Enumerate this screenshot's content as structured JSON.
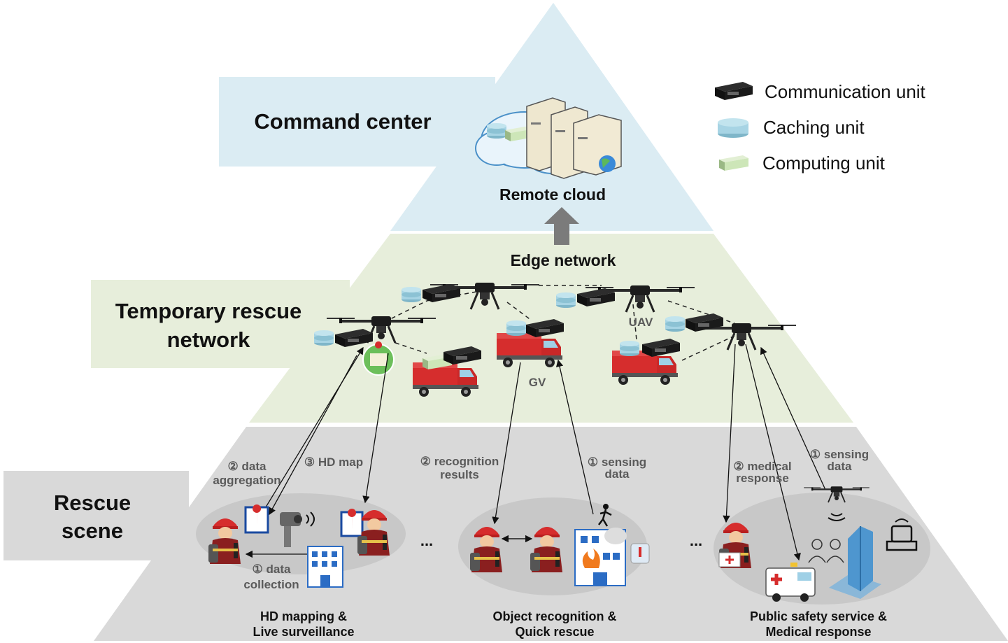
{
  "tiers": {
    "command": "Command center",
    "temporary_line1": "Temporary rescue",
    "temporary_line2": "network",
    "rescue_line1": "Rescue",
    "rescue_line2": "scene"
  },
  "labels": {
    "remote_cloud": "Remote cloud",
    "edge_network": "Edge network",
    "uav": "UAV",
    "gv": "GV"
  },
  "legend": {
    "communication": "Communication unit",
    "caching": "Caching unit",
    "computing": "Computing unit"
  },
  "annotations": {
    "data_aggregation_1": "② data",
    "data_aggregation_2": "aggregation",
    "hd_map": "③ HD map",
    "data_collection_1": "① data",
    "data_collection_2": "collection",
    "recognition_1": "② recognition",
    "recognition_2": "results",
    "sensing_mid_1": "① sensing",
    "sensing_mid_2": "data",
    "medical_1": "② medical",
    "medical_2": "response",
    "sensing_right_1": "① sensing",
    "sensing_right_2": "data",
    "ellipsis_1": "...",
    "ellipsis_2": "..."
  },
  "scenarios": {
    "s1_line1": "HD mapping &",
    "s1_line2": "Live surveillance",
    "s2_line1": "Object recognition &",
    "s2_line2": "Quick rescue",
    "s3_line1": "Public safety service &",
    "s3_line2": "Medical response"
  },
  "colors": {
    "command_tier": "#dbecf3",
    "edge_tier": "#e7eedb",
    "scene_tier": "#d9d9d9",
    "truck_red": "#d62d2d",
    "caching": "#a7d4e4",
    "computing": "#cde6b8"
  }
}
